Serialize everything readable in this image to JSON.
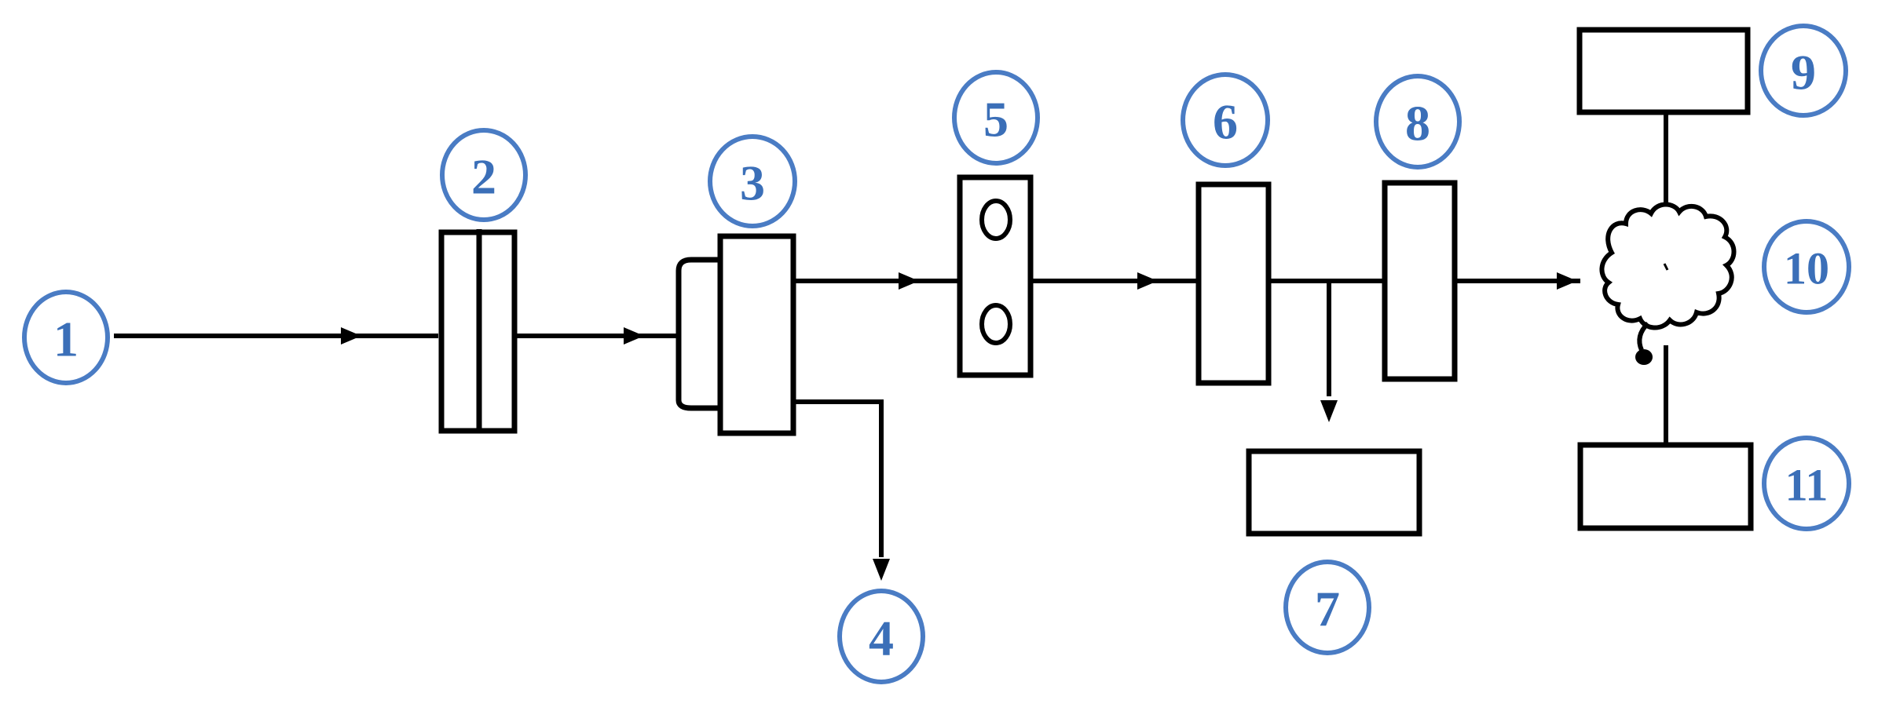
{
  "callouts": [
    {
      "id": "1",
      "label": "1"
    },
    {
      "id": "2",
      "label": "2"
    },
    {
      "id": "3",
      "label": "3"
    },
    {
      "id": "4",
      "label": "4"
    },
    {
      "id": "5",
      "label": "5"
    },
    {
      "id": "6",
      "label": "6"
    },
    {
      "id": "7",
      "label": "7"
    },
    {
      "id": "8",
      "label": "8"
    },
    {
      "id": "9",
      "label": "9"
    },
    {
      "id": "10",
      "label": "10"
    },
    {
      "id": "11",
      "label": "11"
    }
  ],
  "colors": {
    "callout": "#4a7cc4",
    "callout_text": "#3b6fb8",
    "stroke": "#000000",
    "background": "#ffffff"
  }
}
